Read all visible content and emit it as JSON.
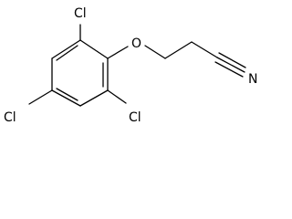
{
  "molecule": {
    "atoms": {
      "cl_top": "Cl",
      "cl_left": "Cl",
      "cl_bottom": "Cl",
      "o_ether": "O",
      "n_nitrile": "N"
    },
    "bond_color": "#000000"
  }
}
